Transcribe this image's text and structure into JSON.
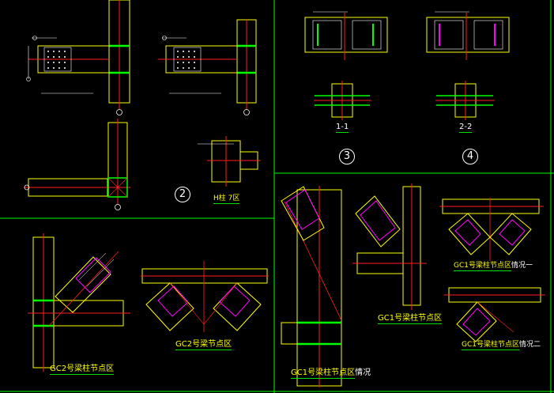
{
  "colors": {
    "background": "#000000",
    "frame": "#00ff00",
    "steel": "#ffff00",
    "centerline": "#ff2020",
    "weld": "#ff00ff",
    "bolt": "#00ffff",
    "text": "#ffffff"
  },
  "labels": {
    "section_1": "1-1",
    "section_2": "2-2",
    "detail_2": "2",
    "detail_3": "3",
    "detail_4": "4",
    "column_ref": "H柱 7区",
    "gc2_column": "GC2号梁柱节点区",
    "gc2_beam": "GC2号梁节点区",
    "gc1_main": "GC1号梁柱节点区",
    "gc1_variant_1": "GC1号梁柱节点区",
    "gc1_variant_2": "GC1号梁柱节点区",
    "variant_suffix_1": "情况一",
    "variant_suffix_2": "情况二",
    "main_suffix": "情况"
  }
}
